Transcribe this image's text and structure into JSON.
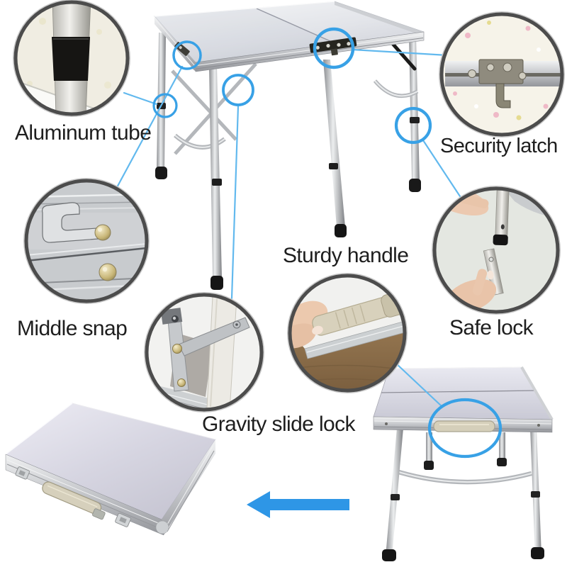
{
  "page": {
    "background": "#ffffff",
    "description_labels_only": true
  },
  "labels": {
    "aluminum_tube": "Aluminum tube",
    "security_latch": "Security latch",
    "middle_snap": "Middle snap",
    "sturdy_handle": "Sturdy handle",
    "safe_lock": "Safe lock",
    "gravity_slide_lock": "Gravity slide lock"
  },
  "icons": {
    "fold_arrow": "left-arrow-icon"
  },
  "colors": {
    "text_color": "#1e1e1e",
    "highlight_blue": "#38a1e6",
    "connector_blue": "#62b9ee",
    "arrow_blue": "#2e96e6",
    "ring_gray": "#4c4c4c",
    "tabletop_light": "#eef0f2",
    "tabletop_shade": "#d4d6dd",
    "aluminum_silver": "#c3c5c9",
    "folded_top_lavender": "#d9d8e3",
    "handle_beige": "#d6d0bc",
    "rubber_black": "#171717"
  }
}
